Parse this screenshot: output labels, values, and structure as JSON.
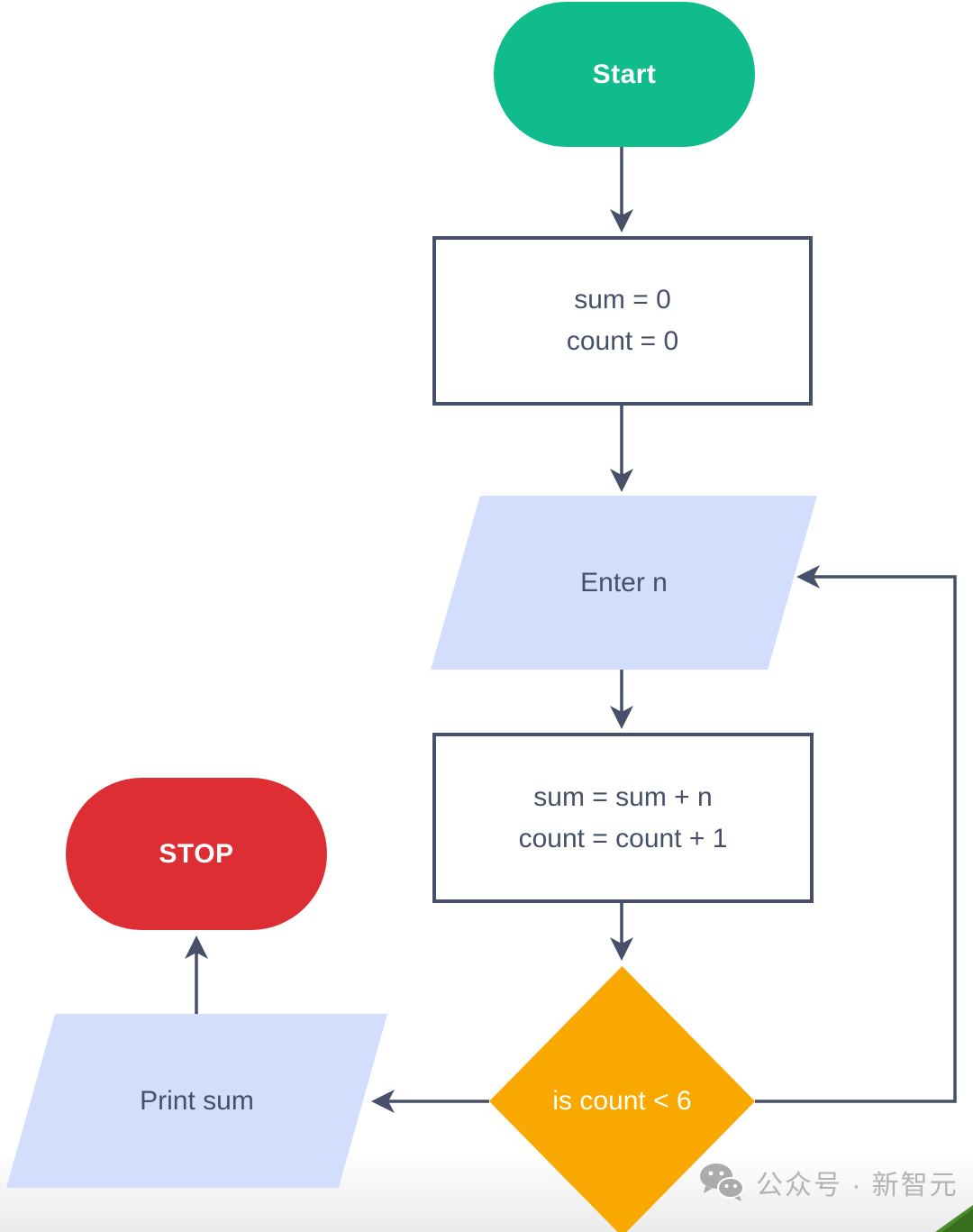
{
  "flowchart": {
    "nodes": {
      "start": {
        "label": "Start",
        "type": "terminator",
        "color": "#10bc8c"
      },
      "init": {
        "type": "process",
        "lines": [
          "sum = 0",
          "count = 0"
        ]
      },
      "input": {
        "label": "Enter n",
        "type": "input-output",
        "color": "#d2defb"
      },
      "accum": {
        "type": "process",
        "lines": [
          "sum = sum + n",
          "count = count + 1"
        ]
      },
      "decision": {
        "label": "is count < 6",
        "type": "decision",
        "color": "#f9a800"
      },
      "output": {
        "label": "Print sum",
        "type": "input-output",
        "color": "#d2defb"
      },
      "stop": {
        "label": "STOP",
        "type": "terminator",
        "color": "#dc2e33"
      }
    },
    "edges": [
      {
        "from": "start",
        "to": "init"
      },
      {
        "from": "init",
        "to": "input"
      },
      {
        "from": "input",
        "to": "accum"
      },
      {
        "from": "accum",
        "to": "decision"
      },
      {
        "from": "decision",
        "to": "input",
        "meaning": "loop back"
      },
      {
        "from": "decision",
        "to": "output"
      },
      {
        "from": "output",
        "to": "stop"
      }
    ],
    "line_color": "#474f69",
    "text_color": "#474f69"
  },
  "watermark": {
    "text": "公众号 · 新智元",
    "icon": "wechat-icon",
    "color": "#b3b3b3"
  }
}
